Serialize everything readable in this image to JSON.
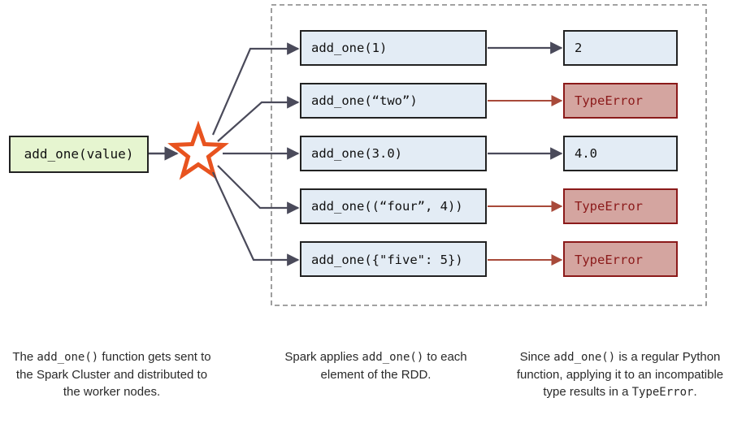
{
  "input_box": {
    "label": "add_one(value)"
  },
  "calls": [
    {
      "label": "add_one(1)",
      "result": "2",
      "is_error": false
    },
    {
      "label": "add_one(“two”)",
      "result": "TypeError",
      "is_error": true
    },
    {
      "label": "add_one(3.0)",
      "result": "4.0",
      "is_error": false
    },
    {
      "label": "add_one((“four”, 4))",
      "result": "TypeError",
      "is_error": true
    },
    {
      "label": "add_one({\"five\": 5})",
      "result": "TypeError",
      "is_error": true
    }
  ],
  "captions": {
    "left": {
      "pre": "The ",
      "code": "add_one()",
      "post": " function gets sent to the Spark Cluster and distributed to the worker nodes."
    },
    "middle": {
      "pre": "Spark applies ",
      "code": "add_one()",
      "post": " to each element of the RDD."
    },
    "right": {
      "pre": "Since ",
      "code": "add_one()",
      "mid": " is a regular Python function, applying it to an incompatible type results in a ",
      "code2": "TypeError",
      "post": "."
    }
  },
  "colors": {
    "input_fill": "#e6f5d0",
    "call_fill": "#e3ecf5",
    "error_fill": "#d4a5a0",
    "error_text": "#8b1a1a",
    "error_arrow": "#a84a3a",
    "arrow": "#4a4a5a",
    "star": "#e8531f"
  }
}
